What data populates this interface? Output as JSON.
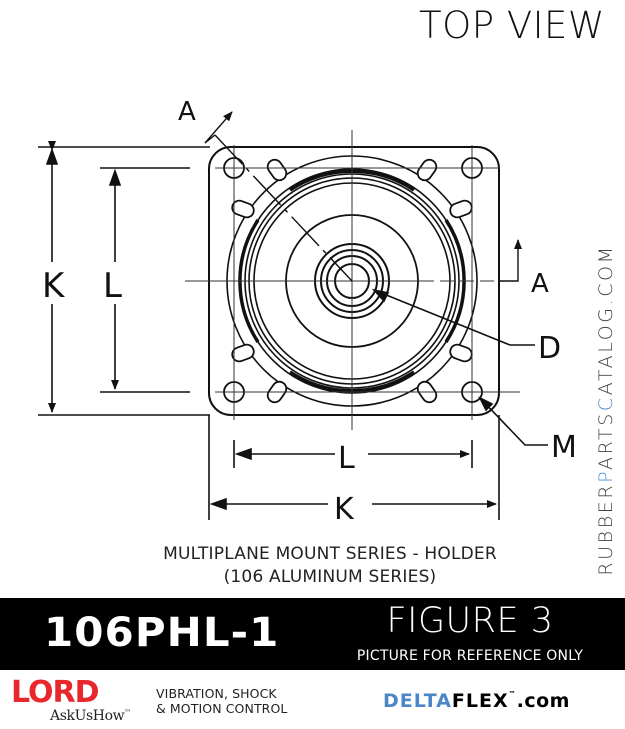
{
  "header": {
    "view_title": "TOP VIEW"
  },
  "drawing": {
    "type": "technical-drawing",
    "subject": "square flange multiplane mount, top view",
    "dimension_labels": {
      "K_vertical": "K",
      "L_vertical": "L",
      "L_horizontal": "L",
      "K_horizontal": "K",
      "section_A_top": "A",
      "section_A_right": "A",
      "callout_D": "D",
      "callout_M": "M"
    },
    "colors": {
      "line": "#111111"
    }
  },
  "side_watermark": {
    "prefix": "RUBBER",
    "p": "P",
    "middle": "ARTS",
    "c": "C",
    "suffix": "ATALOG",
    "dot": ".",
    "tld": "COM",
    "highlight_color": "#4a8fd6"
  },
  "caption": {
    "line1": "MULTIPLANE MOUNT SERIES - HOLDER",
    "line2": "(106 ALUMINUM SERIES)"
  },
  "band": {
    "part_number": "106PHL-1",
    "figure_label": "FIGURE 3",
    "figure_note": "PICTURE FOR REFERENCE ONLY"
  },
  "footer": {
    "lord_logo": "LORD",
    "lord_tagline": "AskUsHow",
    "lord_tagline_tm": "™",
    "lord_desc_line1": "VIBRATION, SHOCK",
    "lord_desc_line2": "& MOTION CONTROL",
    "deltaflex_delta": "DELTA",
    "deltaflex_flex": "FLEX",
    "deltaflex_tm": "™",
    "deltaflex_com": ".com",
    "lord_color": "#e8262b",
    "deltaflex_color": "#4a86c8"
  }
}
